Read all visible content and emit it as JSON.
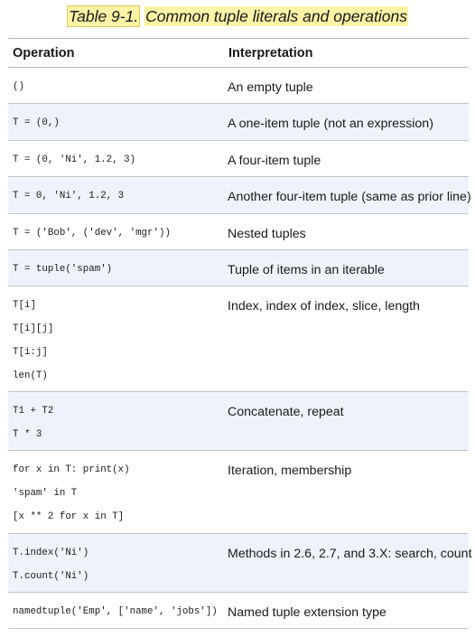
{
  "caption": {
    "label": "Table 9-1.",
    "title": "Common tuple literals and operations"
  },
  "table": {
    "headers": [
      "Operation",
      "Interpretation"
    ],
    "rows": [
      {
        "operations": [
          "()"
        ],
        "interpretation": "An empty tuple"
      },
      {
        "operations": [
          "T = (0,)"
        ],
        "interpretation": "A one-item tuple (not an expression)"
      },
      {
        "operations": [
          "T = (0, 'Ni', 1.2, 3)"
        ],
        "interpretation": "A four-item tuple"
      },
      {
        "operations": [
          "T = 0, 'Ni', 1.2, 3"
        ],
        "interpretation": "Another four-item tuple (same as prior line)"
      },
      {
        "operations": [
          "T = ('Bob', ('dev', 'mgr'))"
        ],
        "interpretation": "Nested tuples"
      },
      {
        "operations": [
          "T = tuple('spam')"
        ],
        "interpretation": "Tuple of items in an iterable"
      },
      {
        "operations": [
          "T[i]",
          "T[i][j]",
          "T[i:j]",
          "len(T)"
        ],
        "interpretation": "Index, index of index, slice, length"
      },
      {
        "operations": [
          "T1 + T2",
          "T * 3"
        ],
        "interpretation": "Concatenate, repeat"
      },
      {
        "operations": [
          "for x in T: print(x)",
          "'spam' in T",
          "[x ** 2 for x in T]"
        ],
        "interpretation": "Iteration, membership"
      },
      {
        "operations": [
          "T.index('Ni')",
          "T.count('Ni')"
        ],
        "interpretation": "Methods in 2.6, 2.7, and 3.X: search, count"
      },
      {
        "operations": [
          "namedtuple('Emp', ['name', 'jobs'])"
        ],
        "interpretation": "Named tuple extension type"
      }
    ]
  },
  "colors": {
    "caption_highlight": "#fbf3a6",
    "alt_row_background": "#eef3fb",
    "rule": "#c4c4c4"
  }
}
